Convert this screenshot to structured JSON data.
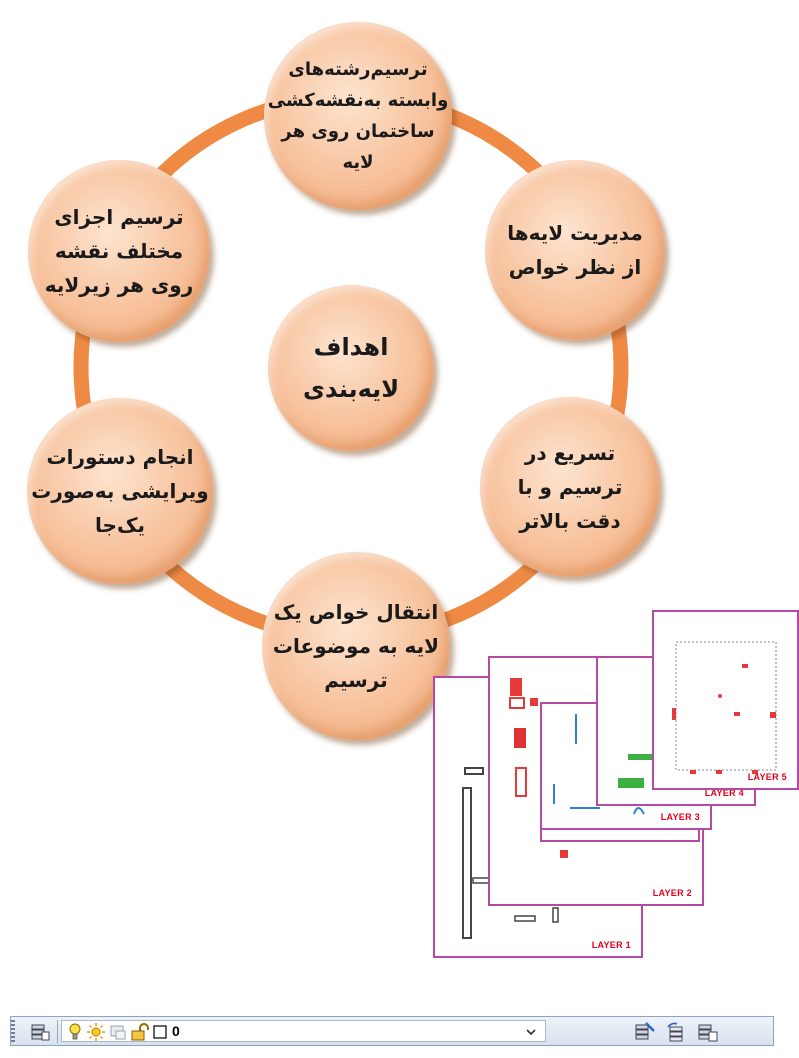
{
  "diagram": {
    "center_label": "اهداف\nلایه‌بندی",
    "nodes": [
      {
        "id": "top",
        "label": "ترسیم‌رشته‌های\nوابسته به‌نقشه‌کشی\nساختمان روی هر\nلایه"
      },
      {
        "id": "upper-right",
        "label": "مدیریت لایه‌ها\nاز نظر خواص"
      },
      {
        "id": "lower-right",
        "label": "تسریع در\nترسیم و با\nدقت بالاتر"
      },
      {
        "id": "bottom",
        "label": "انتقال خواص یک\nلایه به موضوعات\nترسیم"
      },
      {
        "id": "lower-left",
        "label": "انجام دستورات\nویرایشی به‌صورت\nیک‌جا"
      },
      {
        "id": "upper-left",
        "label": "ترسیم اجزای\nمختلف نقشه\nروی هر زیرلایه"
      }
    ],
    "ring_color": "#ef8a45",
    "node_color": "#f7c19b"
  },
  "layer_sheets": [
    "LAYER 1",
    "LAYER 2",
    "LAYER 3",
    "LAYER 4",
    "LAYER 5"
  ],
  "toolbar": {
    "current_layer": "0",
    "icons": [
      "layer-properties-icon",
      "lightbulb-on-icon",
      "sun-thaw-icon",
      "viewport-freeze-icon",
      "unlocked-padlock-icon",
      "color-swatch-icon",
      "dropdown-arrow-icon",
      "make-current-icon",
      "layer-previous-icon",
      "layer-states-icon"
    ]
  }
}
